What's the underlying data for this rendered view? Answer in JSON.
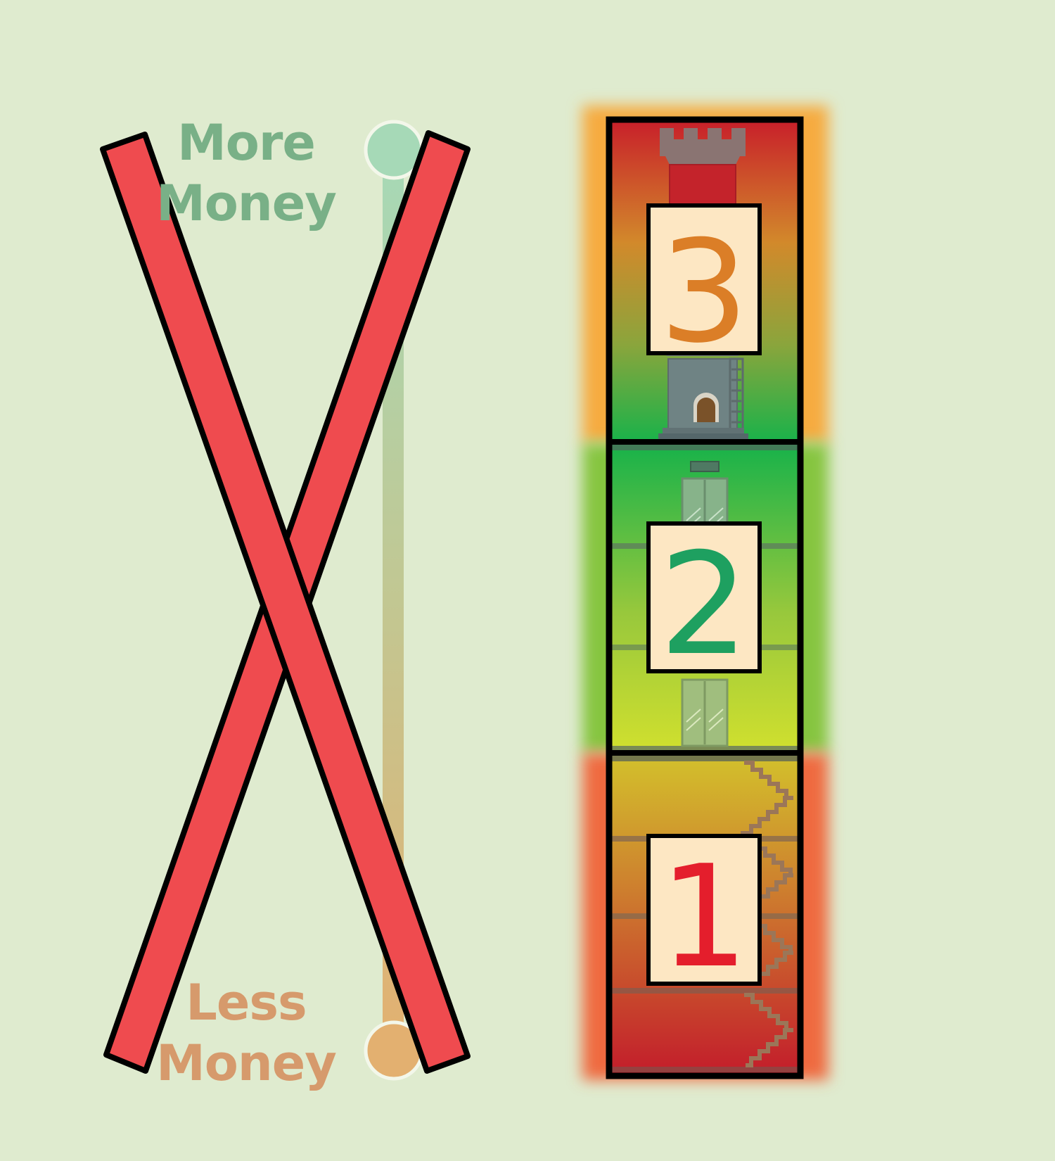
{
  "scale": {
    "top_label_line1": "More",
    "top_label_line2": "Money",
    "bottom_label_line1": "Less",
    "bottom_label_line2": "Money",
    "top_color": "#a6d9b7",
    "bottom_color": "#e3b070"
  },
  "cross_mark": {
    "color": "#ef4b4f",
    "outline": "#000000"
  },
  "tiers": [
    {
      "number": "3",
      "level": "top",
      "glow_color": "#f6ab3f",
      "number_color": "#db7e27",
      "icon": "castle-tower-icon"
    },
    {
      "number": "2",
      "level": "middle",
      "glow_color": "#86c540",
      "number_color": "#1ea060",
      "icon": "elevator-icon"
    },
    {
      "number": "1",
      "level": "bottom",
      "glow_color": "#ef6b40",
      "number_color": "#e41e2c",
      "icon": "staircase-icon"
    }
  ],
  "number_card_color": "#fde7c3"
}
